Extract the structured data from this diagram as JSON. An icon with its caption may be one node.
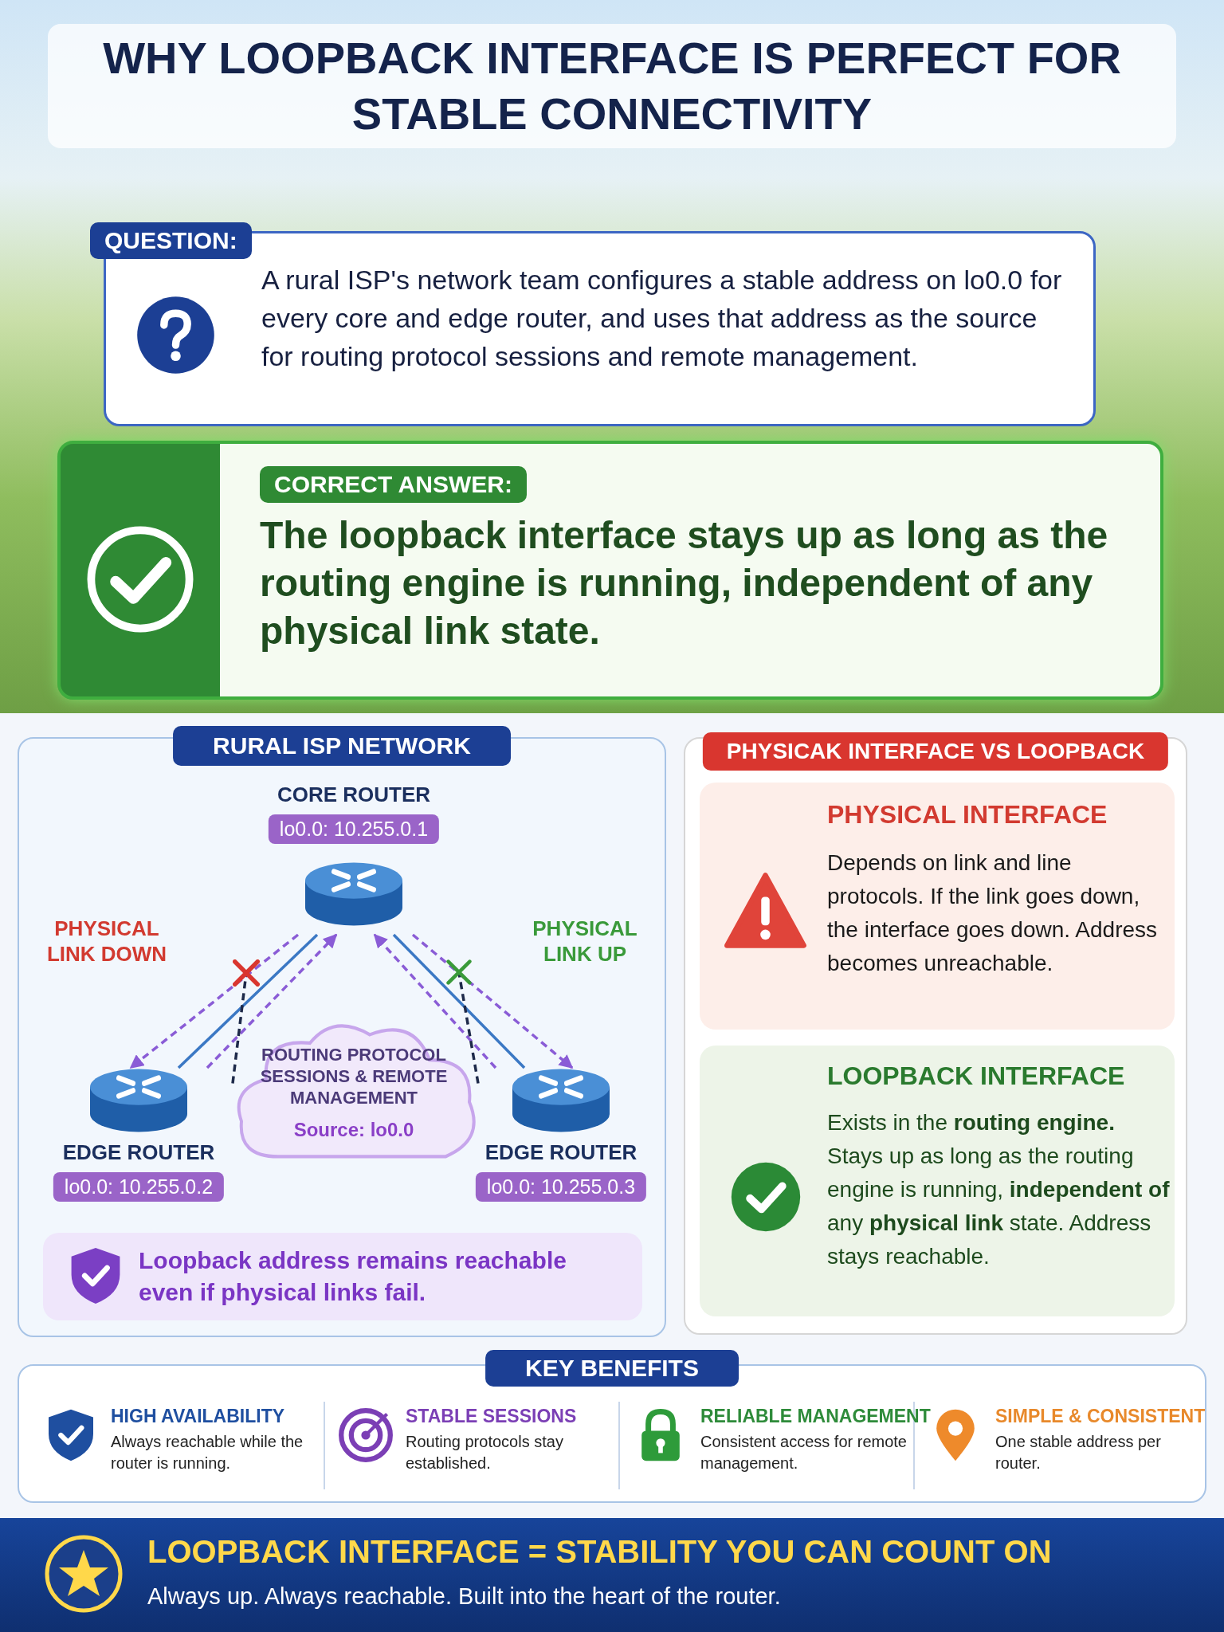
{
  "diagram": {
    "title": "WHY LOOPBACK INTERFACE IS PERFECT FOR STABLE CONNECTIVITY",
    "nodes": [
      {
        "text": [
          "QUESTION:",
          "A rural ISP's network team configures a stable address on lo0.0 for every core and edge router, and uses that address as the source for routing protocol sessions and remote management."
        ]
      },
      {
        "text": [
          "CORRECT ANSWER:",
          "The loopback interface stays up as long as the routing engine is running, independent of any physical link state."
        ]
      },
      {
        "text": [
          "RURAL ISP NETWORK"
        ]
      },
      {
        "text": [
          "CORE ROUTER",
          "lo0.0: 10.255.0.1"
        ],
        "in": 2
      },
      {
        "text": [
          "EDGE ROUTER",
          "lo0.0: 10.255.0.2"
        ],
        "in": 2
      },
      {
        "text": [
          "EDGE ROUTER",
          "lo0.0: 10.255.0.3"
        ],
        "in": 2
      },
      {
        "text": [
          "ROUTING PROTOCOL SESSIONS & REMOTE MANAGEMENT",
          "Source: lo0.0"
        ],
        "in": 2
      },
      {
        "text": [
          "Loopback address remains reachable even if physical links fail."
        ],
        "in": 2
      },
      {
        "text": [
          "PHYSICAK INTERFACE VS LOOPBACK"
        ]
      },
      {
        "text": [
          "PHYSICAL INTERFACE",
          "Depends on link and line protocols. If the link goes down, the interface goes down. Address becomes unreachable."
        ],
        "in": 8
      },
      {
        "text": [
          "LOOPBACK INTERFACE",
          "Exists in the **routing engine.** Stays up as long as the routing engine is running, **independent of** any **physical link** state. Address stays reachable."
        ],
        "in": 8
      },
      {
        "text": [
          "KEY BENEFITS"
        ]
      },
      {
        "text": [
          "HIGH AVAILABILITY",
          "Always reachable while the router is running."
        ],
        "in": 11
      },
      {
        "text": [
          "STABLE SESSIONS",
          "Routing protocols stay established."
        ],
        "in": 11
      },
      {
        "text": [
          "RELIABLE MANAGEMENT",
          "Consistent access for remote management."
        ],
        "in": 11
      },
      {
        "text": [
          "SIMPLE & CONSISTENT",
          "One stable address per router."
        ],
        "in": 11
      },
      {
        "text": [
          "LOOPBACK INTERFACE = STABILITY YOU CAN COUNT ON",
          "Always up. Always reachable. Built into the heart of the router."
        ]
      }
    ],
    "edges": [
      {
        "from": 3,
        "to": 4,
        "arrow": "none",
        "color": "#3b78c4"
      },
      {
        "from": 3,
        "to": 4,
        "arrow": "to",
        "style": "dashed"
      },
      {
        "from": 4,
        "to": 3,
        "arrow": "to",
        "style": "dashed"
      },
      {
        "from": 3,
        "to": 5,
        "arrow": "none",
        "color": "#3b78c4"
      },
      {
        "from": 5,
        "to": 3,
        "arrow": "to",
        "style": "dashed"
      },
      {
        "from": 3,
        "to": 5,
        "arrow": "to",
        "style": "dashed"
      },
      {
        "from": 6,
        "to": null,
        "arrow": "none",
        "style": "dashed",
        "color": "#1e2a4a"
      },
      {
        "from": 6,
        "to": null,
        "arrow": "none",
        "style": "dashed",
        "color": "#1e2a4a"
      }
    ],
    "labels": [
      "PHYSICAL LINK DOWN",
      "PHYSICAL LINK UP"
    ]
  }
}
